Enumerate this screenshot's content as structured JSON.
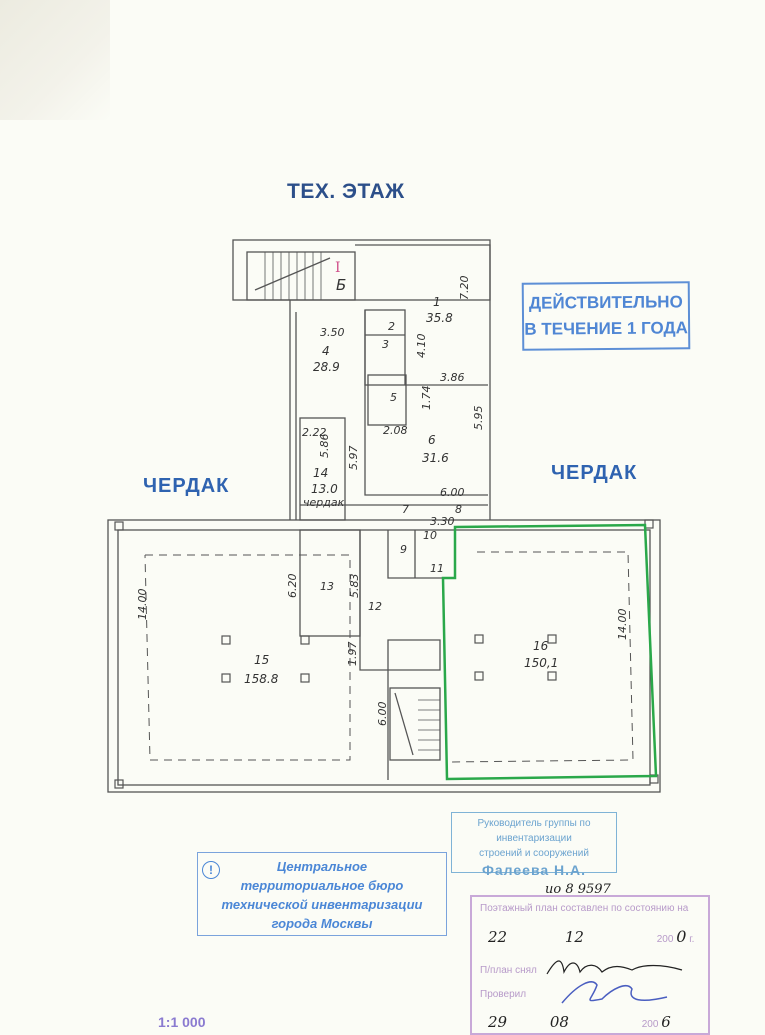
{
  "header": {
    "title": "ТЕХ. ЭТАЖ"
  },
  "attic_labels": {
    "left": "ЧЕРДАК",
    "right": "ЧЕРДАК",
    "handwritten_room14": "чердак"
  },
  "stairs": {
    "mark_roman": "I",
    "mark_letter": "Б"
  },
  "rooms": [
    {
      "num": "1",
      "area": "35.8"
    },
    {
      "num": "2",
      "area": ""
    },
    {
      "num": "3",
      "area": ""
    },
    {
      "num": "4",
      "area": "28.9"
    },
    {
      "num": "5",
      "area": ""
    },
    {
      "num": "6",
      "area": "31.6"
    },
    {
      "num": "7",
      "area": ""
    },
    {
      "num": "8",
      "area": ""
    },
    {
      "num": "9",
      "area": ""
    },
    {
      "num": "10",
      "area": ""
    },
    {
      "num": "11",
      "area": ""
    },
    {
      "num": "12",
      "area": ""
    },
    {
      "num": "13",
      "area": ""
    },
    {
      "num": "14",
      "area": "13.0"
    },
    {
      "num": "15",
      "area": "158.8"
    },
    {
      "num": "16",
      "area": "150,1"
    }
  ],
  "dimensions": [
    "7.20",
    "3.50",
    "4.10",
    "3.86",
    "1.74",
    "2.08",
    "5.95",
    "2.22",
    "5.86",
    "5.97",
    "6.00",
    "3.30",
    "6.20",
    "5.83",
    "14.00",
    "1.97",
    "6.00",
    "14.00"
  ],
  "highlight_color": "#2aa84a",
  "stamps": {
    "valid": {
      "line1": "ДЕЙСТВИТЕЛЬНО",
      "line2": "В ТЕЧЕНИЕ 1 ГОДА"
    },
    "bti": {
      "icon": "!",
      "lines": [
        "Центральное",
        "территориальное бюро",
        "технической инвентаризации",
        "города Москвы"
      ]
    },
    "head": {
      "line1": "Руководитель группы по инвентаризации",
      "line2": "строений и сооружений",
      "name": "Фалеева Н.А."
    },
    "plan": {
      "handwritten_number": "ио 8 9597",
      "caption": "Поэтажный план составлен по состоянию на",
      "day": "22",
      "month": "12",
      "year_prefix": "200",
      "year_suffix": "0",
      "year_unit": "г.",
      "drawn_label": "П/план снял",
      "checked_label": "Проверил",
      "date2_day": "29",
      "date2_month": "08",
      "date2_year_prefix": "200",
      "date2_year_suffix": "6"
    }
  },
  "scale": "1:1 000"
}
